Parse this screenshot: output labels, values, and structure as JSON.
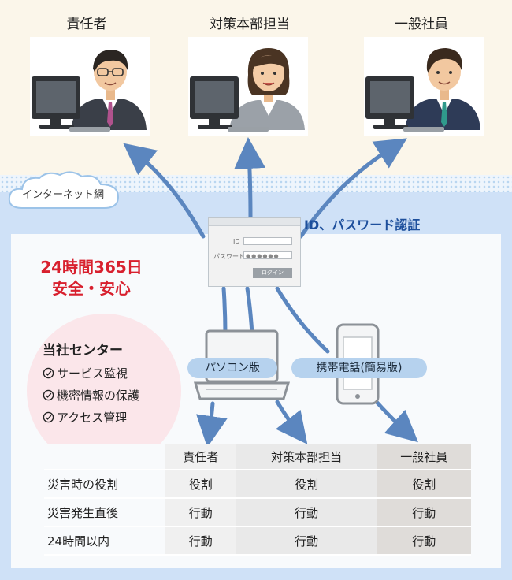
{
  "roles": [
    {
      "title": "責任者",
      "tie": "#b0528d",
      "glasses": true,
      "hair": "male"
    },
    {
      "title": "対策本部担当",
      "tie": "",
      "glasses": false,
      "hair": "female"
    },
    {
      "title": "一般社員",
      "tie": "#2f9a8c",
      "glasses": false,
      "hair": "male"
    }
  ],
  "network": {
    "cloud_label": "インターネット網",
    "auth_label": "ID、パスワード認証"
  },
  "login_form": {
    "id_label": "ID",
    "password_label": "パスワード",
    "password_mask": "●●●●●●",
    "button_label": "ログイン"
  },
  "motto": {
    "line1": "24時間365日",
    "line2": "安全・安心"
  },
  "center": {
    "title": "当社センター",
    "items": [
      "サービス監視",
      "機密情報の保護",
      "アクセス管理"
    ]
  },
  "devices": {
    "pc_label": "パソコン版",
    "mobile_label": "携帯電話(簡易版)"
  },
  "table": {
    "headers": [
      "",
      "責任者",
      "対策本部担当",
      "一般社員"
    ],
    "rows": [
      [
        "災害時の役割",
        "役割",
        "役割",
        "役割"
      ],
      [
        "災害発生直後",
        "行動",
        "行動",
        "行動"
      ],
      [
        "24時間以内",
        "行動",
        "行動",
        "行動"
      ]
    ]
  },
  "colors": {
    "accent_red": "#d8202e",
    "auth_blue": "#1d4f9c",
    "arrow_blue": "#5b86bf"
  }
}
